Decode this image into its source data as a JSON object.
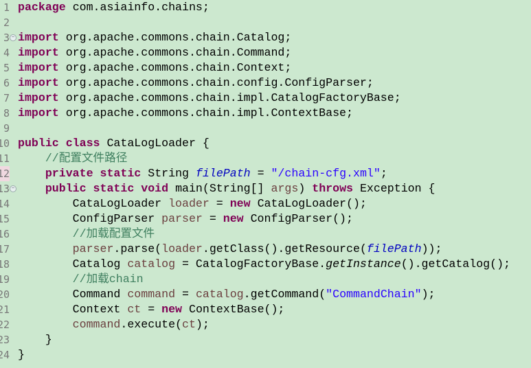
{
  "editor": {
    "colors": {
      "background": "#cce8cf",
      "keyword": "#7f0055",
      "local_variable": "#6a3e3e",
      "comment": "#3f7f5f",
      "string": "#2a00ff",
      "static_field": "#0000c0"
    },
    "lines": [
      {
        "n": "1",
        "t": [
          [
            "kw",
            "package"
          ],
          [
            "",
            "com.asiainfo.chains;"
          ]
        ]
      },
      {
        "n": "2",
        "t": []
      },
      {
        "n": "3",
        "fold": true,
        "t": [
          [
            "kw",
            "import"
          ],
          [
            "",
            "org.apache.commons.chain.Catalog;"
          ]
        ]
      },
      {
        "n": "4",
        "t": [
          [
            "kw",
            "import"
          ],
          [
            "",
            "org.apache.commons.chain.Command;"
          ]
        ]
      },
      {
        "n": "5",
        "t": [
          [
            "kw",
            "import"
          ],
          [
            "",
            "org.apache.commons.chain.Context;"
          ]
        ]
      },
      {
        "n": "6",
        "t": [
          [
            "kw",
            "import"
          ],
          [
            "",
            "org.apache.commons.chain.config.ConfigParser;"
          ]
        ]
      },
      {
        "n": "7",
        "t": [
          [
            "kw",
            "import"
          ],
          [
            "",
            "org.apache.commons.chain.impl.CatalogFactoryBase;"
          ]
        ]
      },
      {
        "n": "8",
        "t": [
          [
            "kw",
            "import"
          ],
          [
            "",
            "org.apache.commons.chain.impl.ContextBase;"
          ]
        ]
      },
      {
        "n": "9",
        "t": []
      },
      {
        "n": "10",
        "t": [
          [
            "kw",
            "public class"
          ],
          [
            "",
            "CataLogLoader {"
          ]
        ]
      },
      {
        "n": "11",
        "i": 1,
        "t": [
          [
            "cm",
            "//配置文件路径"
          ]
        ]
      },
      {
        "n": "12",
        "i": 1,
        "hl": true,
        "t": [
          [
            "kw",
            "private static"
          ],
          [
            "",
            "String "
          ],
          [
            "fld",
            "filePath"
          ],
          [
            "",
            " = "
          ],
          [
            "str",
            "\"/chain-cfg.xml\""
          ],
          [
            "",
            ";"
          ]
        ]
      },
      {
        "n": "13",
        "i": 1,
        "fold": true,
        "t": [
          [
            "kw",
            "public static void"
          ],
          [
            "",
            "main(String[] "
          ],
          [
            "var",
            "args"
          ],
          [
            "",
            ") "
          ],
          [
            "kw",
            "throws"
          ],
          [
            "",
            "Exception {"
          ]
        ]
      },
      {
        "n": "14",
        "i": 2,
        "t": [
          [
            "",
            "CataLogLoader "
          ],
          [
            "var",
            "loader"
          ],
          [
            "",
            " = "
          ],
          [
            "kw",
            "new"
          ],
          [
            "",
            "CataLogLoader();"
          ]
        ]
      },
      {
        "n": "15",
        "i": 2,
        "t": [
          [
            "",
            "ConfigParser "
          ],
          [
            "var",
            "parser"
          ],
          [
            "",
            " = "
          ],
          [
            "kw",
            "new"
          ],
          [
            "",
            "ConfigParser();"
          ]
        ]
      },
      {
        "n": "16",
        "i": 2,
        "t": [
          [
            "cm",
            "//加载配置文件"
          ]
        ]
      },
      {
        "n": "17",
        "i": 2,
        "t": [
          [
            "var",
            "parser"
          ],
          [
            "",
            ".parse("
          ],
          [
            "var",
            "loader"
          ],
          [
            "",
            ".getClass().getResource("
          ],
          [
            "fld",
            "filePath"
          ],
          [
            "",
            "));"
          ]
        ]
      },
      {
        "n": "18",
        "i": 2,
        "t": [
          [
            "",
            "Catalog "
          ],
          [
            "var",
            "catalog"
          ],
          [
            "",
            " = CatalogFactoryBase."
          ],
          [
            "it",
            "getInstance"
          ],
          [
            "",
            "().getCatalog();"
          ]
        ]
      },
      {
        "n": "19",
        "i": 2,
        "t": [
          [
            "cm",
            "//加载chain"
          ]
        ]
      },
      {
        "n": "20",
        "i": 2,
        "t": [
          [
            "",
            "Command "
          ],
          [
            "var",
            "command"
          ],
          [
            "",
            " = "
          ],
          [
            "var",
            "catalog"
          ],
          [
            "",
            ".getCommand("
          ],
          [
            "str",
            "\"CommandChain\""
          ],
          [
            "",
            ");"
          ]
        ]
      },
      {
        "n": "21",
        "i": 2,
        "t": [
          [
            "",
            "Context "
          ],
          [
            "var",
            "ct"
          ],
          [
            "",
            " = "
          ],
          [
            "kw",
            "new"
          ],
          [
            "",
            "ContextBase();"
          ]
        ]
      },
      {
        "n": "22",
        "i": 2,
        "t": [
          [
            "var",
            "command"
          ],
          [
            "",
            ".execute("
          ],
          [
            "var",
            "ct"
          ],
          [
            "",
            ");"
          ]
        ]
      },
      {
        "n": "23",
        "i": 1,
        "t": [
          [
            "",
            "}"
          ]
        ]
      },
      {
        "n": "24",
        "t": [
          [
            "",
            "}"
          ]
        ]
      }
    ]
  }
}
